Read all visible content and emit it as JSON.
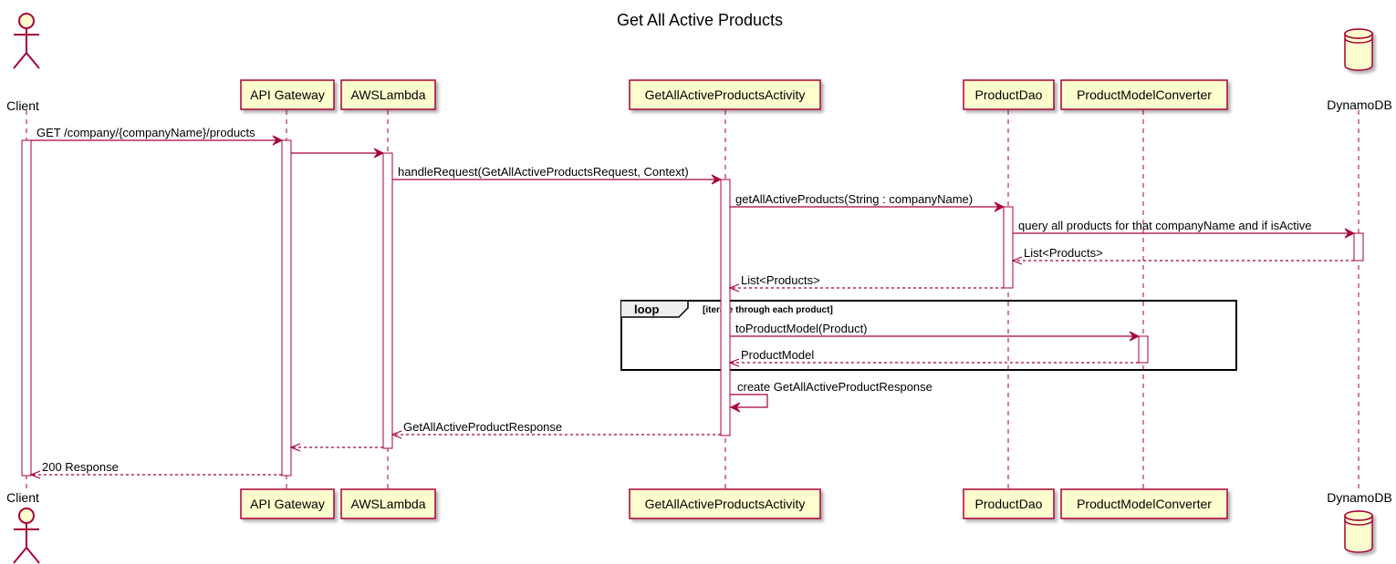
{
  "title": "Get All Active Products",
  "colors": {
    "line": "#a80036",
    "participant_fill": "#fefece",
    "lifeline": "#a80036",
    "frame": "#000000"
  },
  "participants": [
    {
      "id": "client",
      "label": "Client",
      "kind": "actor",
      "icon": "actor-icon"
    },
    {
      "id": "gateway",
      "label": "API Gateway",
      "kind": "box"
    },
    {
      "id": "lambda",
      "label": "AWSLambda",
      "kind": "box"
    },
    {
      "id": "activity",
      "label": "GetAllActiveProductsActivity",
      "kind": "box"
    },
    {
      "id": "dao",
      "label": "ProductDao",
      "kind": "box"
    },
    {
      "id": "converter",
      "label": "ProductModelConverter",
      "kind": "box"
    },
    {
      "id": "dynamo",
      "label": "DynamoDB",
      "kind": "database",
      "icon": "database-icon"
    }
  ],
  "messages": [
    {
      "from": "client",
      "to": "gateway",
      "label": "GET /company/{companyName}/products",
      "type": "sync"
    },
    {
      "from": "gateway",
      "to": "lambda",
      "label": "",
      "type": "sync"
    },
    {
      "from": "lambda",
      "to": "activity",
      "label": "handleRequest(GetAllActiveProductsRequest, Context)",
      "type": "sync"
    },
    {
      "from": "activity",
      "to": "dao",
      "label": "getAllActiveProducts(String : companyName)",
      "type": "sync"
    },
    {
      "from": "dao",
      "to": "dynamo",
      "label": "query all products for that companyName and if isActive",
      "type": "sync"
    },
    {
      "from": "dynamo",
      "to": "dao",
      "label": "List<Products>",
      "type": "return"
    },
    {
      "from": "dao",
      "to": "activity",
      "label": "List<Products>",
      "type": "return"
    },
    {
      "from": "activity",
      "to": "converter",
      "label": "toProductModel(Product)",
      "type": "sync"
    },
    {
      "from": "converter",
      "to": "activity",
      "label": "ProductModel",
      "type": "return"
    },
    {
      "from": "activity",
      "to": "activity",
      "label": "create GetAllActiveProductResponse",
      "type": "self"
    },
    {
      "from": "activity",
      "to": "lambda",
      "label": "GetAllActiveProductResponse",
      "type": "return"
    },
    {
      "from": "lambda",
      "to": "gateway",
      "label": "",
      "type": "return"
    },
    {
      "from": "gateway",
      "to": "client",
      "label": "200 Response",
      "type": "return"
    }
  ],
  "loop": {
    "keyword": "loop",
    "condition": "[iterate through each product]"
  }
}
